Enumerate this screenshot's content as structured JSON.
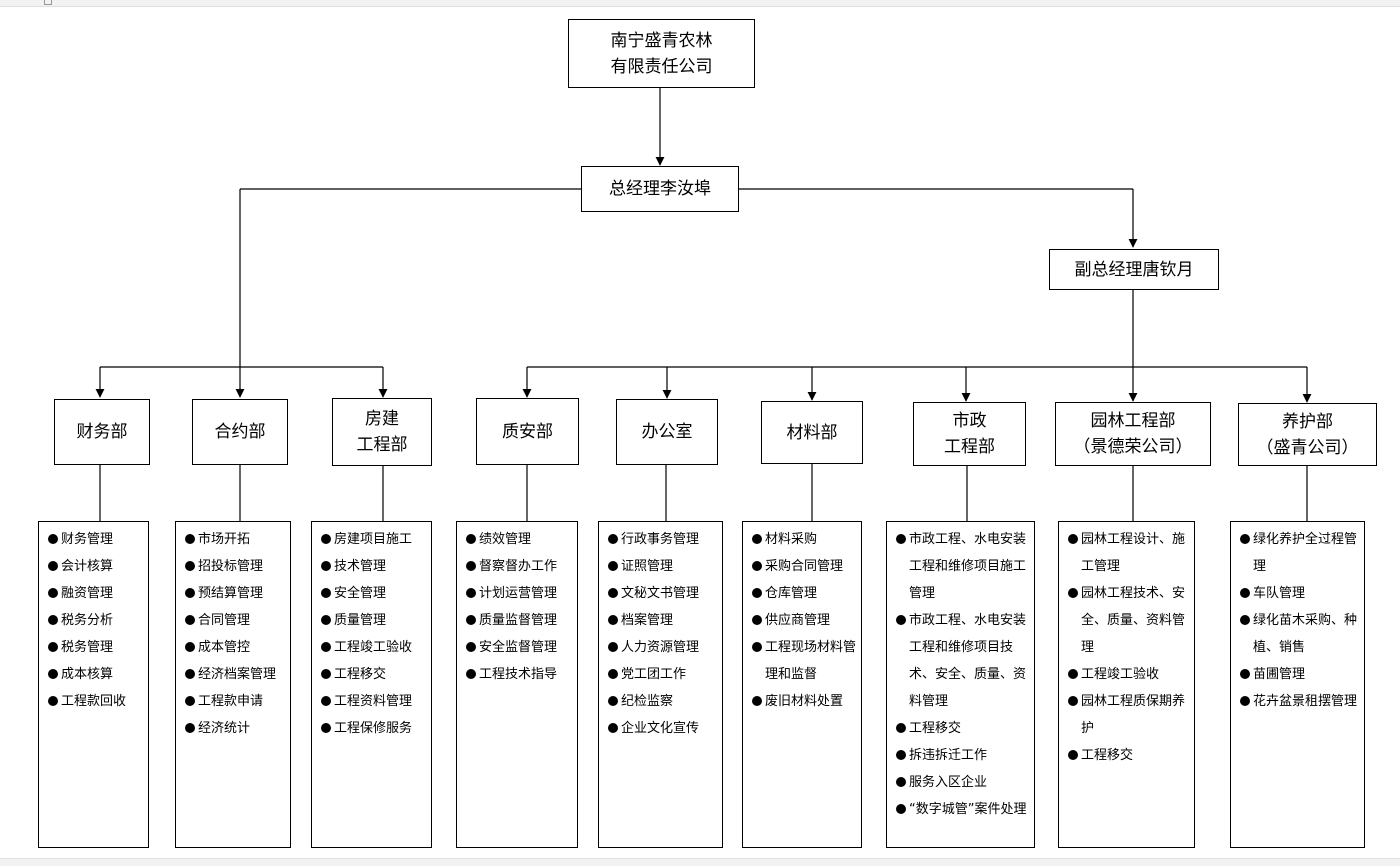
{
  "company": "南宁盛青农林\n有限责任公司",
  "general_manager": "总经理李汝埠",
  "deputy_manager": "副总经理唐钦月",
  "departments": [
    {
      "name": "财务部",
      "duties": [
        "财务管理",
        "会计核算",
        "融资管理",
        "税务分析",
        "税务管理",
        "成本核算",
        "工程款回收"
      ]
    },
    {
      "name": "合约部",
      "duties": [
        "市场开拓",
        "招投标管理",
        "预结算管理",
        "合同管理",
        "成本管控",
        "经济档案管理",
        "工程款申请",
        "经济统计"
      ]
    },
    {
      "name": "房建\n工程部",
      "duties": [
        "房建项目施工",
        "技术管理",
        "安全管理",
        "质量管理",
        "工程竣工验收",
        "工程移交",
        "工程资料管理",
        "工程保修服务"
      ]
    },
    {
      "name": "质安部",
      "duties": [
        "绩效管理",
        "督察督办工作",
        "计划运营管理",
        "质量监督管理",
        "安全监督管理",
        "工程技术指导"
      ]
    },
    {
      "name": "办公室",
      "duties": [
        "行政事务管理",
        "证照管理",
        "文秘文书管理",
        "档案管理",
        "人力资源管理",
        "党工团工作",
        "纪检监察",
        "企业文化宣传"
      ]
    },
    {
      "name": "材料部",
      "duties": [
        "材料采购",
        "采购合同管理",
        "仓库管理",
        "供应商管理",
        "工程现场材料管理和监督",
        "废旧材料处置"
      ]
    },
    {
      "name": "市政\n工程部",
      "duties": [
        "市政工程、水电安装工程和维修项目施工管理",
        "市政工程、水电安装工程和维修项目技术、安全、质量、资料管理",
        "工程移交",
        "拆违拆迁工作",
        "服务入区企业",
        "“数字城管”案件处理"
      ]
    },
    {
      "name": "园林工程部\n（景德荣公司）",
      "duties": [
        "园林工程设计、施工管理",
        "园林工程技术、安全、质量、资料管理",
        "工程竣工验收",
        "园林工程质保期养护",
        "工程移交"
      ]
    },
    {
      "name": "养护部\n（盛青公司）",
      "duties": [
        "绿化养护全过程管理",
        "车队管理",
        "绿化苗木采购、种植、销售",
        "苗圃管理",
        "花卉盆景租摆管理"
      ]
    }
  ]
}
